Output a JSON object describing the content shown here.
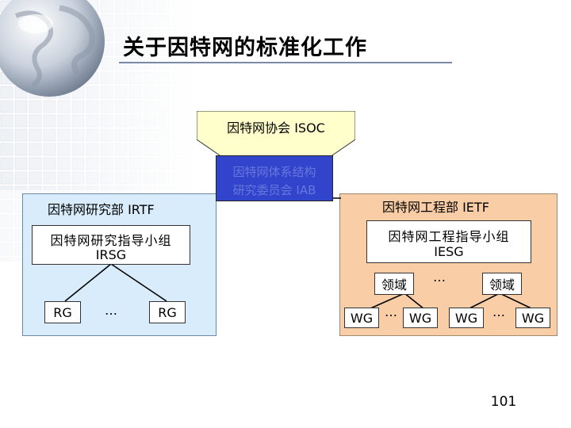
{
  "title": "关于因特网的标准化工作",
  "isoc": "因特网协会 ISOC",
  "iab": {
    "line1": "因特网体系结构",
    "line2": "研究委员会 IAB"
  },
  "irtf": {
    "name": "因特网研究部 IRTF",
    "steering_line1": "因特网研究指导小组",
    "steering_line2": "IRSG",
    "groups": [
      "RG",
      "…",
      "RG"
    ]
  },
  "ietf": {
    "name": "因特网工程部 IETF",
    "steering_line1": "因特网工程指导小组",
    "steering_line2": "IESG",
    "areas": [
      "领域",
      "…",
      "领域"
    ],
    "wg_left": [
      "WG",
      "…",
      "WG"
    ],
    "wg_right": [
      "WG",
      "…",
      "WG"
    ]
  },
  "page_number": "101",
  "colors": {
    "isoc_fill": "#ffffcc",
    "iab_fill": "#3344cc",
    "iab_text": "#6677dd",
    "irtf_fill": "#d8ecfb",
    "ietf_fill": "#f9cda5",
    "white_box": "#ffffff"
  }
}
